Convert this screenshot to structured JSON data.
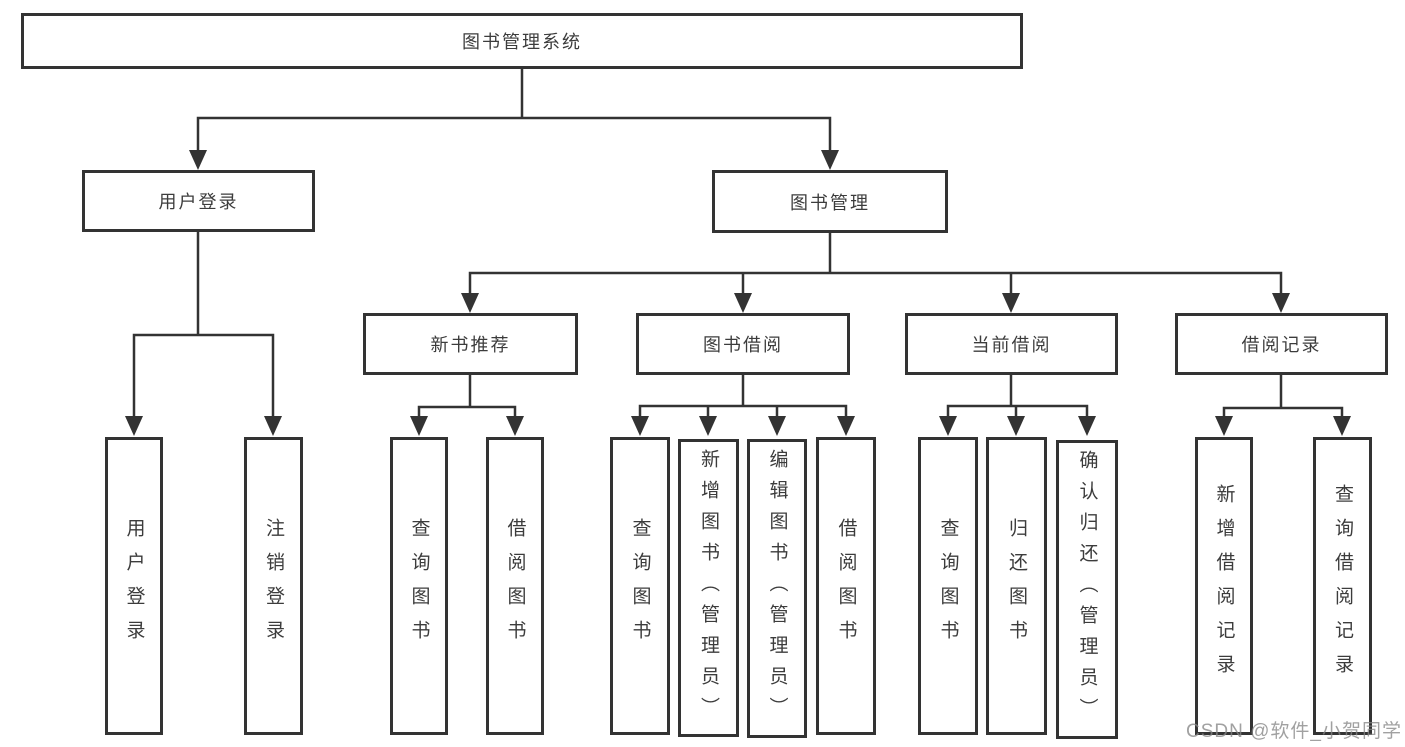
{
  "tree": {
    "root": {
      "label": "图书管理系统",
      "children": [
        {
          "label": "用户登录",
          "children": [
            {
              "label": "用户登录"
            },
            {
              "label": "注销登录"
            }
          ]
        },
        {
          "label": "图书管理",
          "children": [
            {
              "label": "新书推荐",
              "children": [
                {
                  "label": "查询图书"
                },
                {
                  "label": "借阅图书"
                }
              ]
            },
            {
              "label": "图书借阅",
              "children": [
                {
                  "label": "查询图书"
                },
                {
                  "label": "新增图书（管理员）"
                },
                {
                  "label": "编辑图书（管理员）"
                },
                {
                  "label": "借阅图书"
                }
              ]
            },
            {
              "label": "当前借阅",
              "children": [
                {
                  "label": "查询图书"
                },
                {
                  "label": "归还图书"
                },
                {
                  "label": "确认归还（管理员）"
                }
              ]
            },
            {
              "label": "借阅记录",
              "children": [
                {
                  "label": "新增借阅记录"
                },
                {
                  "label": "查询借阅记录"
                }
              ]
            }
          ]
        }
      ]
    }
  },
  "watermark": {
    "text": "CSDN @软件_小贺同学"
  },
  "colors": {
    "line": "#333333",
    "box_border": "#333333",
    "text": "#3c3c3c",
    "background": "#ffffff",
    "watermark": "#878787"
  }
}
